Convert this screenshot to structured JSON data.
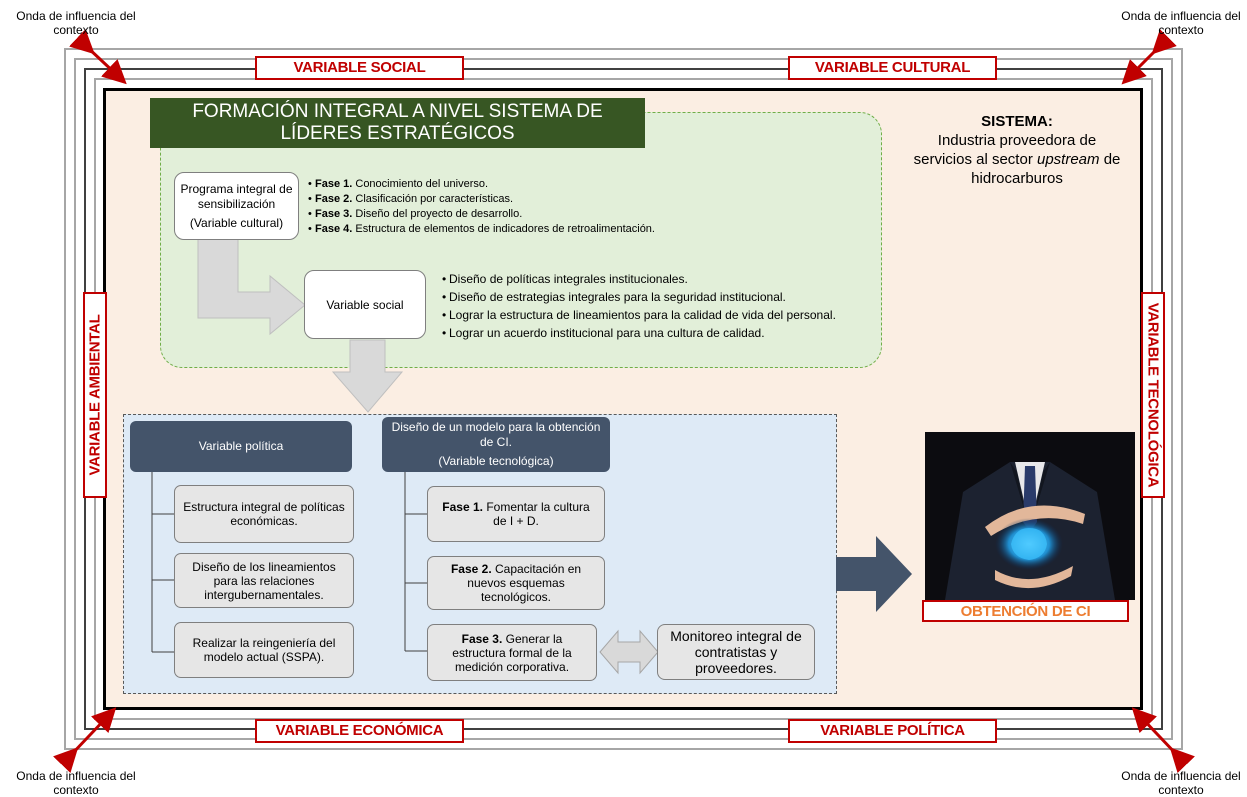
{
  "corners": {
    "top_left": "Onda de influencia del contexto",
    "top_right": "Onda de influencia del contexto",
    "bottom_left": "Onda de influencia del contexto",
    "bottom_right": "Onda de influencia del contexto"
  },
  "variables": {
    "top_left": "VARIABLE SOCIAL",
    "top_right": "VARIABLE CULTURAL",
    "bottom_left": "VARIABLE ECONÓMICA",
    "bottom_right": "VARIABLE POLÍTICA",
    "left": "VARIABLE AMBIENTAL",
    "right": "VARIABLE TECNOLÓGICA"
  },
  "title": "FORMACIÓN INTEGRAL A NIVEL SISTEMA DE LÍDERES ESTRATÉGICOS",
  "system": {
    "heading": "SISTEMA:",
    "line1": "Industria proveedora de servicios al sector",
    "italic": "upstream",
    "line2": "de",
    "line3": "hidrocarburos"
  },
  "program": {
    "title": "Programa integral de sensibilización",
    "sub": "(Variable cultural)",
    "phases": [
      {
        "bold": "Fase 1.",
        "text": " Conocimiento del universo."
      },
      {
        "bold": "Fase 2.",
        "text": " Clasificación por características."
      },
      {
        "bold": "Fase 3.",
        "text": " Diseño del proyecto de desarrollo."
      },
      {
        "bold": "Fase 4.",
        "text": " Estructura de elementos de indicadores de retroalimentación."
      }
    ]
  },
  "social": {
    "title": "Variable social",
    "items": [
      "Diseño de políticas integrales institucionales.",
      "Diseño de estrategias integrales para la seguridad institucional.",
      "Lograr la estructura de lineamientos para la calidad de vida del personal.",
      "Lograr un acuerdo institucional para una cultura de calidad."
    ]
  },
  "politica": {
    "title": "Variable política",
    "items": [
      "Estructura integral de políticas económicas.",
      "Diseño de los lineamientos para las relaciones intergubernamentales.",
      "Realizar la reingeniería del modelo actual (SSPA)."
    ]
  },
  "tecnologica": {
    "title": "Diseño de un modelo para la obtención de CI.",
    "sub": "(Variable tecnológica)",
    "phases": [
      {
        "bold": "Fase 1.",
        "text": " Fomentar la cultura de I + D."
      },
      {
        "bold": "Fase 2.",
        "text": " Capacitación en nuevos esquemas tecnológicos."
      },
      {
        "bold": "Fase 3.",
        "text": " Generar la estructura formal de la medición corporativa."
      }
    ]
  },
  "monitoreo": "Monitoreo integral de contratistas y proveedores.",
  "obtencion": "OBTENCIÓN DE CI",
  "colors": {
    "red": "#c00000",
    "title_bg": "#375623",
    "green_area": "#e2efd9",
    "blue_area": "#deeaf6",
    "peach": "#fbeee3",
    "dark_box": "#44546a",
    "orange": "#ed7d31"
  }
}
